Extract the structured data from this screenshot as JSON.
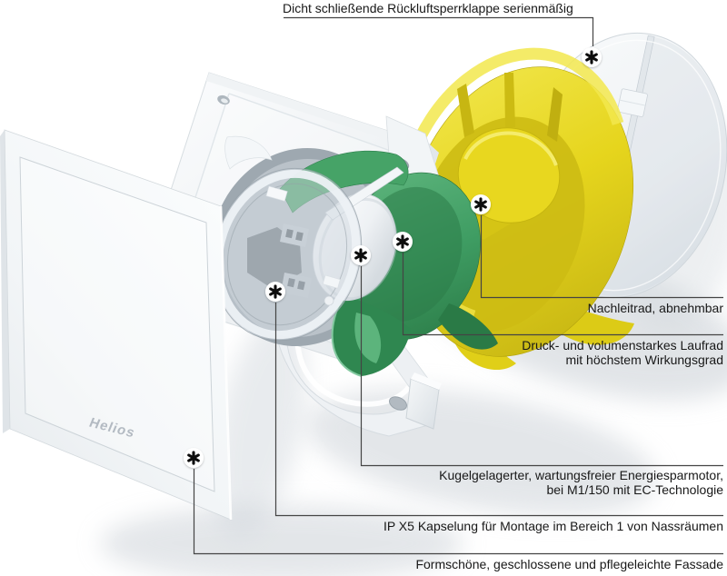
{
  "brand": {
    "logo": "Helios",
    "logo_color": "#b3bac2"
  },
  "labels": {
    "flap": {
      "lines": [
        "Dicht schließende Rückluftsperrklappe serienmäßig"
      ]
    },
    "nachleitrad": {
      "lines": [
        "Nachleitrad, abnehmbar"
      ]
    },
    "laufrad": {
      "lines": [
        "Druck- und volumenstarkes Laufrad",
        "mit höchstem Wirkungsgrad"
      ]
    },
    "motor": {
      "lines": [
        "Kugelgelagerter, wartungsfreier Energiesparmotor,",
        "bei M1/150 mit EC-Technologie"
      ]
    },
    "ipx5": {
      "lines": [
        "IP X5 Kapselung für Montage im Bereich 1 von Nassräumen"
      ]
    },
    "fassade": {
      "lines": [
        "Formschöne, geschlossene und pflegeleichte Fassade"
      ]
    }
  },
  "parts": [
    {
      "id": "backdraft-flap",
      "label_ref": "flap",
      "color": "#eef1f4"
    },
    {
      "id": "guide-wheel",
      "label_ref": "nachleitrad",
      "color": "#e6d51d"
    },
    {
      "id": "impeller",
      "label_ref": "laufrad",
      "color": "#3f9d63"
    },
    {
      "id": "motor",
      "label_ref": "motor",
      "color": "#f2f4f6"
    },
    {
      "id": "ipx5-capsule",
      "label_ref": "ipx5",
      "color": "#aeb7bf"
    },
    {
      "id": "front-cover-panel",
      "label_ref": "fassade",
      "color": "#f6f8f9"
    }
  ],
  "colors": {
    "label_text": "#181818",
    "leader_line": "#444444",
    "marker_glyph": "#0b0b0b",
    "accent_yellow": "#e6d51d",
    "accent_green": "#3f9d63",
    "soft_shadow": "#c9cfd5"
  },
  "marker_glyph_name": "asterisk-icon"
}
